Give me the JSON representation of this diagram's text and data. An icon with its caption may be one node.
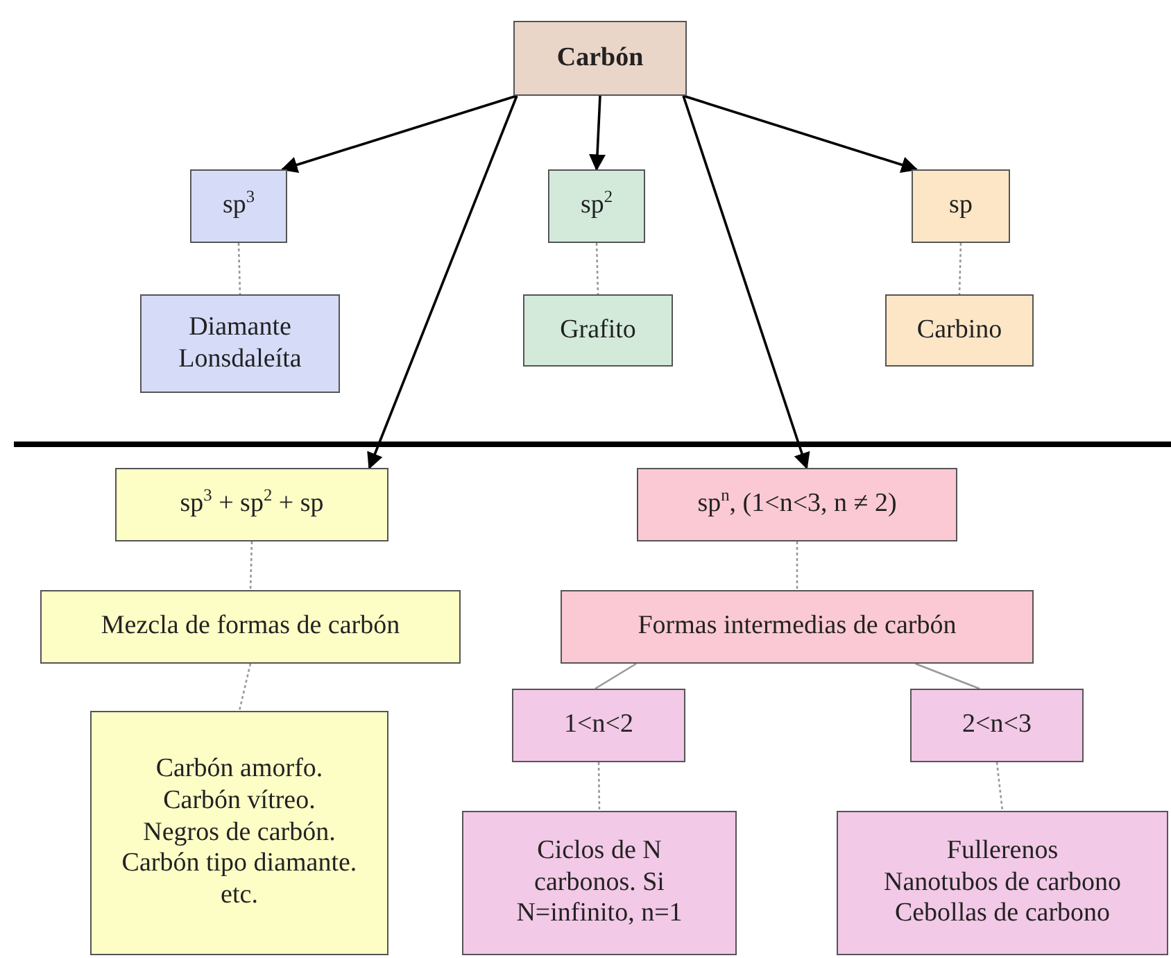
{
  "diagram": {
    "nodes": [
      {
        "text": [
          "Carbón"
        ]
      },
      {
        "text": [
          "sp$^{3}$"
        ]
      },
      {
        "text": [
          "sp$^{2}$"
        ]
      },
      {
        "text": [
          "sp"
        ]
      },
      {
        "text": [
          "Diamante",
          "Lonsdaleíta"
        ]
      },
      {
        "text": [
          "Grafito"
        ]
      },
      {
        "text": [
          "Carbino"
        ]
      },
      {
        "text": [
          "sp$^{3}$ + sp$^{2}$ + sp"
        ]
      },
      {
        "text": [
          "sp$^{n}$, (1<n<3, n ≠ 2)"
        ]
      },
      {
        "text": [
          "Mezcla de formas de carbón"
        ]
      },
      {
        "text": [
          "Formas intermedias de carbón"
        ]
      },
      {
        "text": [
          "Carbón amorfo.",
          "Carbón vítreo.",
          "Negros de carbón.",
          "Carbón tipo diamante.",
          "etc."
        ]
      },
      {
        "text": [
          "1<n<2"
        ]
      },
      {
        "text": [
          "2<n<3"
        ]
      },
      {
        "text": [
          "Ciclos de N carbonos. Si N=infinito, n=1"
        ]
      },
      {
        "text": [
          "Fullerenos",
          "Nanotubos de carbono",
          "Cebollas de carbono"
        ]
      }
    ],
    "edges": [
      {
        "from": 0,
        "to": 1,
        "arrow": "to",
        "color": "#000000"
      },
      {
        "from": 0,
        "to": 2,
        "arrow": "to",
        "color": "#000000"
      },
      {
        "from": 0,
        "to": 3,
        "arrow": "to",
        "color": "#000000"
      },
      {
        "from": 0,
        "to": 7,
        "arrow": "to",
        "color": "#000000"
      },
      {
        "from": 0,
        "to": 8,
        "arrow": "to",
        "color": "#000000"
      },
      {
        "from": 1,
        "to": 4,
        "arrow": "none",
        "style": "dashed"
      },
      {
        "from": 2,
        "to": 5,
        "arrow": "none",
        "style": "dashed"
      },
      {
        "from": 3,
        "to": 6,
        "arrow": "none",
        "style": "dashed"
      },
      {
        "from": 7,
        "to": 9,
        "arrow": "none",
        "style": "dashed"
      },
      {
        "from": 9,
        "to": 11,
        "arrow": "none",
        "style": "dashed"
      },
      {
        "from": 8,
        "to": 10,
        "arrow": "none",
        "style": "dashed"
      },
      {
        "from": 10,
        "to": 12,
        "arrow": "none"
      },
      {
        "from": 10,
        "to": 13,
        "arrow": "none"
      },
      {
        "from": 12,
        "to": 14,
        "arrow": "none",
        "style": "dashed"
      },
      {
        "from": 13,
        "to": 15,
        "arrow": "none",
        "style": "dashed"
      }
    ]
  }
}
